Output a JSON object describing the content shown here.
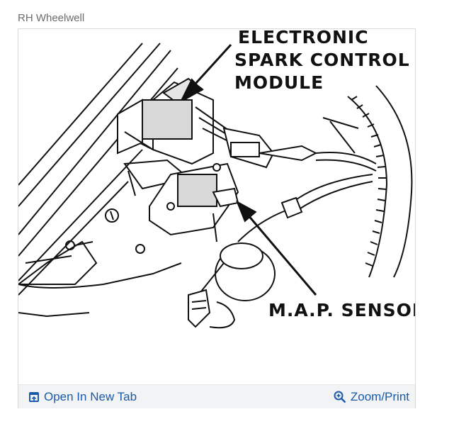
{
  "caption": "RH Wheelwell",
  "diagram": {
    "labels": {
      "esc_line1": "ELECTRONIC",
      "esc_line2": "SPARK CONTROL",
      "esc_line3": "MODULE",
      "map_sensor": "M.A.P. SENSOR"
    }
  },
  "toolbar": {
    "open_label": "Open In New Tab",
    "zoom_label": "Zoom/Print",
    "open_icon": "open-in-new-tab-icon",
    "zoom_icon": "magnifier-plus-icon",
    "link_color": "#1a5aa8"
  }
}
